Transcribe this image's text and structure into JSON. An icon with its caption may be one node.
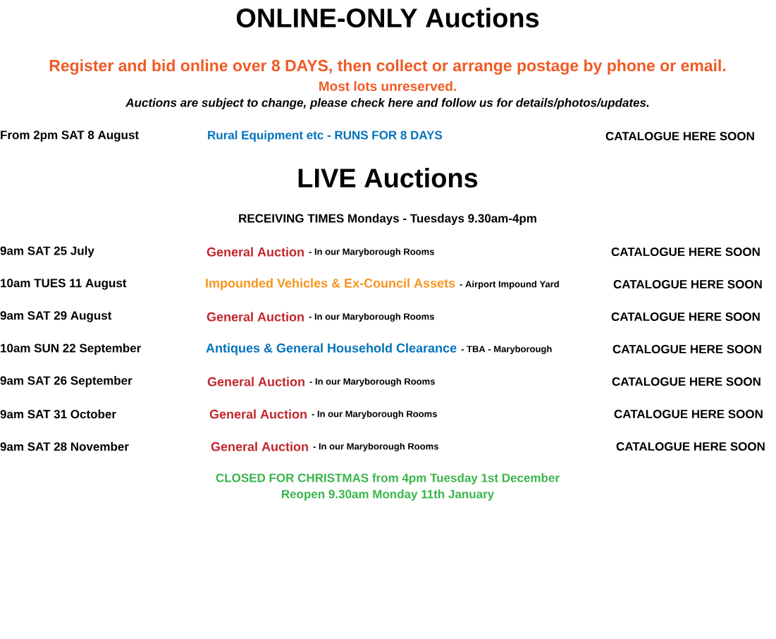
{
  "diagram": {
    "title": "ONLINE-ONLY Auctions",
    "labels": [
      "Register and bid online over 8 DAYS, then collect or arrange postage by phone or email.",
      "Most lots unreserved.",
      "Auctions are subject to change, please check here and follow us for details/photos/updates.",
      "From 2pm SAT 8 August",
      "Rural Equipment etc - RUNS FOR 8 DAYS",
      "CATALOGUE HERE SOON",
      "LIVE Auctions",
      "RECEIVING TIMES Mondays - Tuesdays 9.30am-4pm",
      "9am SAT 25 July",
      "General Auction",
      "- In our Maryborough Rooms",
      "CATALOGUE HERE SOON",
      "10am TUES 11 August",
      "Impounded Vehicles & Ex-Council Assets",
      "- Airport Impound Yard",
      "CATALOGUE HERE SOON",
      "9am SAT 29 August",
      "General Auction",
      "- In our Maryborough Rooms",
      "CATALOGUE HERE SOON",
      "10am SUN 22 September",
      "Antiques & General Household Clearance",
      "- TBA - Maryborough",
      "CATALOGUE HERE SOON",
      "9am SAT 26 September",
      "General Auction",
      "- In our Maryborough Rooms",
      "CATALOGUE HERE SOON",
      "9am SAT 31 October",
      "General Auction",
      "- In our Maryborough Rooms",
      "CATALOGUE HERE SOON",
      "9am SAT 28 November",
      "General Auction",
      "- In our Maryborough Rooms",
      "CATALOGUE HERE SOON",
      "CLOSED FOR CHRISTMAS from 4pm Tuesday 1st December",
      "Reopen 9.30am Monday 11th January"
    ]
  }
}
